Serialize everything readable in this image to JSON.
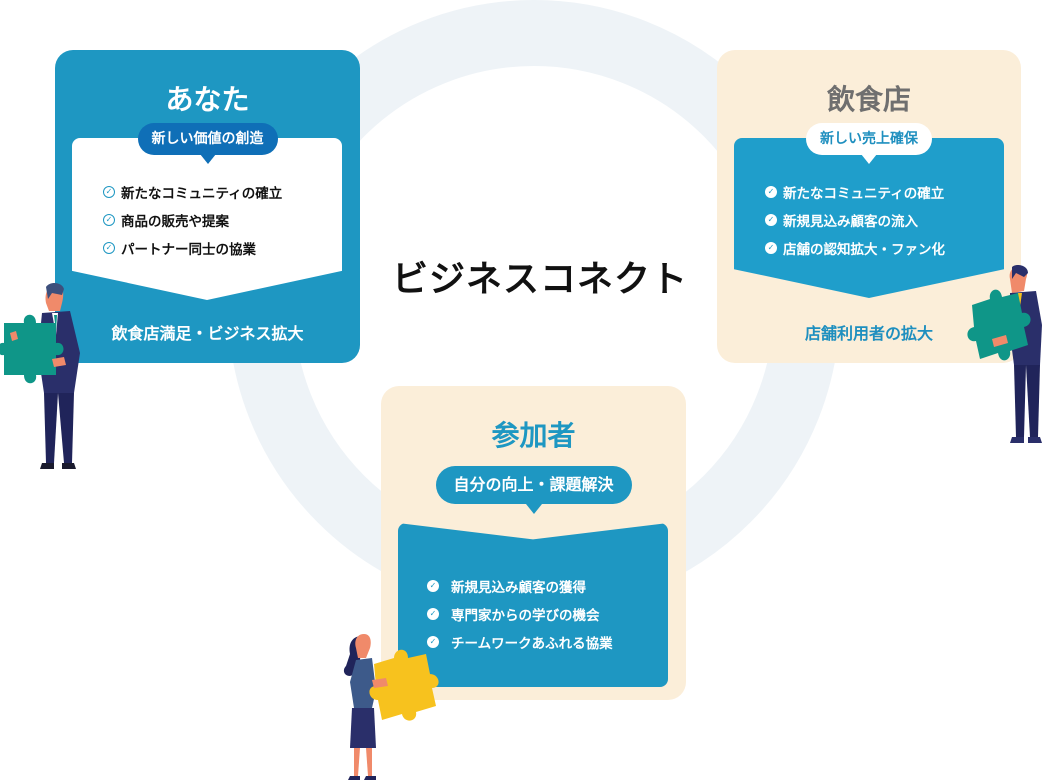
{
  "center": {
    "title": "ビジネスコネクト"
  },
  "colors": {
    "blue": "#1e97c2",
    "dark_blue": "#0f6fb7",
    "cream": "#fbeed9",
    "ring": "#eef3f7",
    "teal_puzzle": "#0f9688",
    "yellow_puzzle": "#f7c21e"
  },
  "cards": {
    "you": {
      "title": "あなた",
      "bubble": "新しい価値の創造",
      "items": [
        "新たなコミュニティの確立",
        "商品の販売や提案",
        "パートナー同士の協業"
      ],
      "footer": "飲食店満足・ビジネス拡大",
      "icon": "check-circle-icon"
    },
    "restaurant": {
      "title": "飲食店",
      "bubble": "新しい売上確保",
      "items": [
        "新たなコミュニティの確立",
        "新規見込み顧客の流入",
        "店舗の認知拡大・ファン化"
      ],
      "footer": "店舗利用者の拡大",
      "icon": "check-circle-icon"
    },
    "participant": {
      "title": "参加者",
      "bubble": "自分の向上・課題解決",
      "items": [
        "新規見込み顧客の獲得",
        "専門家からの学びの機会",
        "チームワークあふれる協業"
      ],
      "icon": "check-circle-icon"
    }
  },
  "check_glyph": "✓"
}
